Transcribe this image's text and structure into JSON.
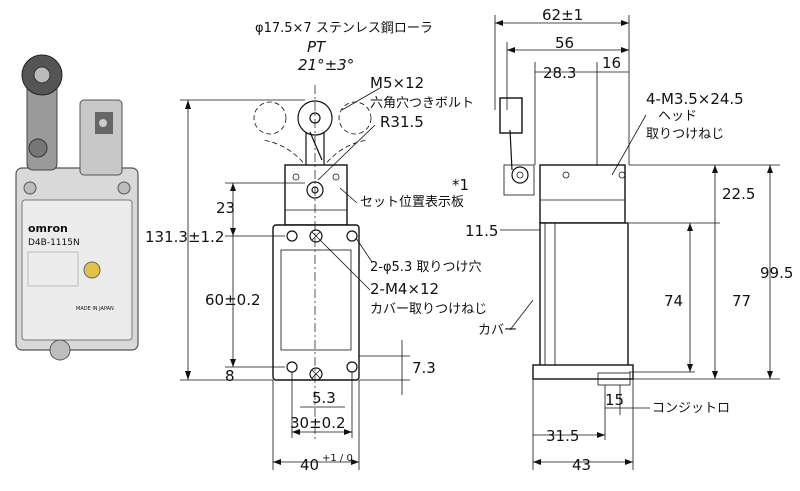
{
  "photo": {
    "brand": "omron",
    "model": "D4B-1115N",
    "made_in": "MADE IN JAPAN"
  },
  "front": {
    "roller": "φ17.5×7 ステンレス鋼ローラ",
    "pt": "PT",
    "angle": "21°±3°",
    "bolt": "M5×12",
    "bolt_note": "六角穴つきボルト",
    "radius": "R31.5",
    "plate_mark": "*1",
    "plate": "セット位置表示板",
    "dim_23": "23",
    "dim_total": "131.3±1.2",
    "mount_holes": "2-φ5.3 取りつけ穴",
    "dim_60": "60±0.2",
    "cover_screws": "2-M4×12",
    "cover_screws_note": "カバー取りつけねじ",
    "dim_8": "8",
    "dim_7_3": "7.3",
    "dim_5_3": "5.3",
    "dim_30": "30±0.2",
    "dim_40": "40",
    "dim_40_tol": "+1 / 0"
  },
  "side": {
    "dim_62": "62±1",
    "dim_56": "56",
    "dim_28_3": "28.3",
    "dim_16": "16",
    "head_screws": "4-M3.5×24.5",
    "head_screws_note": "ヘッド",
    "head_screws_note2": "取りつけねじ",
    "dim_22_5": "22.5",
    "dim_11_5": "11.5",
    "dim_74": "74",
    "dim_77": "77",
    "dim_99_5": "99.5",
    "cover": "カバー",
    "dim_15": "15",
    "conduit": "コンジットロ",
    "dim_31_5": "31.5",
    "dim_43": "43"
  }
}
